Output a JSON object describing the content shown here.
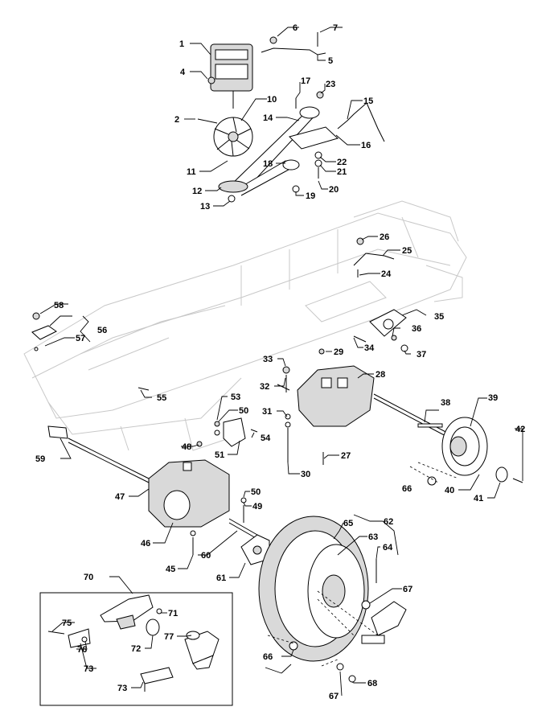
{
  "callouts": [
    {
      "label": "1"
    },
    {
      "label": "2"
    },
    {
      "label": "4"
    },
    {
      "label": "5"
    },
    {
      "label": "6"
    },
    {
      "label": "7"
    },
    {
      "label": "10"
    },
    {
      "label": "11"
    },
    {
      "label": "12"
    },
    {
      "label": "13"
    },
    {
      "label": "14"
    },
    {
      "label": "15"
    },
    {
      "label": "16"
    },
    {
      "label": "17"
    },
    {
      "label": "18"
    },
    {
      "label": "19"
    },
    {
      "label": "20"
    },
    {
      "label": "21"
    },
    {
      "label": "22"
    },
    {
      "label": "23"
    },
    {
      "label": "24"
    },
    {
      "label": "25"
    },
    {
      "label": "26"
    },
    {
      "label": "27"
    },
    {
      "label": "28"
    },
    {
      "label": "29"
    },
    {
      "label": "30"
    },
    {
      "label": "31"
    },
    {
      "label": "32"
    },
    {
      "label": "33"
    },
    {
      "label": "34"
    },
    {
      "label": "35"
    },
    {
      "label": "36"
    },
    {
      "label": "37"
    },
    {
      "label": "38"
    },
    {
      "label": "39"
    },
    {
      "label": "40"
    },
    {
      "label": "41"
    },
    {
      "label": "42"
    },
    {
      "label": "45"
    },
    {
      "label": "46"
    },
    {
      "label": "47"
    },
    {
      "label": "48"
    },
    {
      "label": "49"
    },
    {
      "label": "50"
    },
    {
      "label": "50"
    },
    {
      "label": "51"
    },
    {
      "label": "53"
    },
    {
      "label": "54"
    },
    {
      "label": "55"
    },
    {
      "label": "56"
    },
    {
      "label": "57"
    },
    {
      "label": "58"
    },
    {
      "label": "59"
    },
    {
      "label": "60"
    },
    {
      "label": "61"
    },
    {
      "label": "62"
    },
    {
      "label": "63"
    },
    {
      "label": "64"
    },
    {
      "label": "65"
    },
    {
      "label": "66"
    },
    {
      "label": "66"
    },
    {
      "label": "67"
    },
    {
      "label": "67"
    },
    {
      "label": "68"
    },
    {
      "label": "70"
    },
    {
      "label": "71"
    },
    {
      "label": "72"
    },
    {
      "label": "73"
    },
    {
      "label": "73"
    },
    {
      "label": "75"
    },
    {
      "label": "76"
    },
    {
      "label": "77"
    }
  ]
}
